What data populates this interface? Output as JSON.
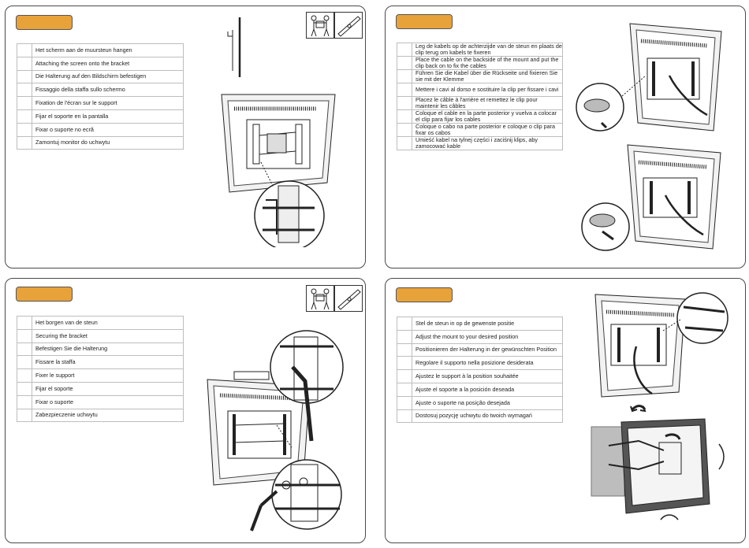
{
  "panels": {
    "top_left": {
      "steps": [
        "Het scherm aan de muursteun hangen",
        "Attaching the screen onto the bracket",
        "Die Halterung auf den Bildschirm befestigen",
        "Fissaggio della staffa sullo schermo",
        "Fixation de l'écran sur le support",
        "Fijar el soporte en la pantalla",
        "Fixar o suporte no ecrã",
        "Zamontuj monitor do uchwytu"
      ]
    },
    "top_right": {
      "steps": [
        "Leg de kabels op de achterzijde van de steun en plaats de clip terug om kabels te fixeren",
        "Place the cable on the backside of the mount and put the clip back on to fix the cables",
        "Führen Sie die Kabel über die Rückseite und fixieren Sie sie mit der Klemme",
        "Mettere i cavi al dorso e sostituire la clip per fissare i cavi",
        "Placez le câble à l'arrière et remettez le clip pour maintenir les câbles",
        "Coloque el cable en la parte posterior y vuelva a colocar el clip para fijar los cables",
        "Coloque o cabo na parte posterior e coloque o clip para fixar os cabos",
        "Umieść kabel na tylnej części i zaciśnij klips, aby zamocować kable"
      ]
    },
    "bottom_left": {
      "steps": [
        "Het borgen van de steun",
        "Securing the bracket",
        "Befestigen Sie die Halterung",
        "Fissare la staffa",
        "Fixer le support",
        "Fijar el soporte",
        "Fixar o suporte",
        "Zabezpieczenie uchwytu"
      ]
    },
    "bottom_right": {
      "steps": [
        "Stel de steun in op de gewenste positie",
        "Adjust the mount to your desired position",
        "Positionieren der Halterung in der gewünschten Position",
        "Regolare il supporto nella posizione desiderata",
        "Ajustez le support à la position souhaitée",
        "Ajuste el soporte a la posición deseada",
        "Ajuste o suporte na posição desejada",
        "Dostosuj pozycję uchwytu do twoich wymagań"
      ]
    }
  },
  "colors": {
    "tag": "#e8a23a",
    "frame": "#4a4a4a"
  },
  "icons": [
    "two-person-lift-icon",
    "level-tool-icon"
  ]
}
